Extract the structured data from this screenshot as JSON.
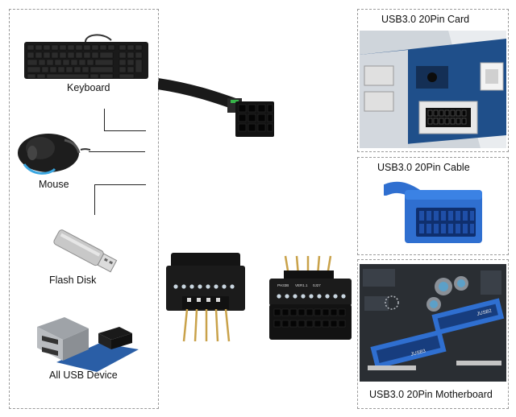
{
  "labels": {
    "keyboard": "Keyboard",
    "mouse": "Mouse",
    "flash_disk": "Flash Disk",
    "all_usb": "All USB Device",
    "card": "USB3.0 20Pin Card",
    "cable": "USB3.0 20Pin Cable",
    "motherboard": "USB3.0 20Pin Motherboard"
  },
  "board_labels": {
    "left_adapter": "PH33B",
    "left_adapter_ver": "VER1.1",
    "left_adapter_id": "0J27",
    "mb_port_a": "JUSB2",
    "mb_port_b": "JUSB3"
  },
  "colors": {
    "usb3_blue": "#2f6fd0",
    "pcb_dark": "#1c1c1c",
    "pin_gold": "#c9a24a"
  }
}
